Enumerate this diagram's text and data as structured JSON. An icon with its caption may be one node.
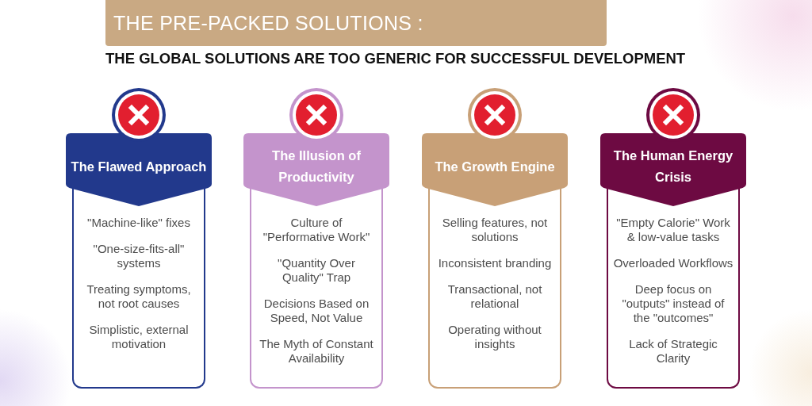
{
  "diagram": {
    "title": "THE PRE-PACKED SOLUTIONS :",
    "nodes": [
      {
        "text": [
          "The Flawed Approach",
          "\"Machine-like\" fixes",
          "\"One-size-fits-all\" systems",
          "Treating symptoms, not root causes",
          "Simplistic, external motivation"
        ]
      },
      {
        "text": [
          "The Illusion of Productivity",
          "Culture of \"Performative Work\"",
          "\"Quantity Over Quality\" Trap",
          "Decisions Based on Speed, Not Value",
          "The Myth of Constant Availability"
        ]
      },
      {
        "text": [
          "The Growth Engine",
          "Selling features, not solutions",
          "Inconsistent branding",
          "Transactional, not relational",
          "Operating without insights"
        ]
      },
      {
        "text": [
          "The Human Energy Crisis",
          "\"Empty Calorie\" Work & low-value tasks",
          "Overloaded Workflows",
          "Deep focus on \"outputs\" instead of the \"outcomes\"",
          "Lack of Strategic Clarity"
        ]
      }
    ],
    "labels": [
      "THE GLOBAL SOLUTIONS ARE TOO GENERIC FOR SUCCESSFUL DEVELOPMENT"
    ]
  }
}
